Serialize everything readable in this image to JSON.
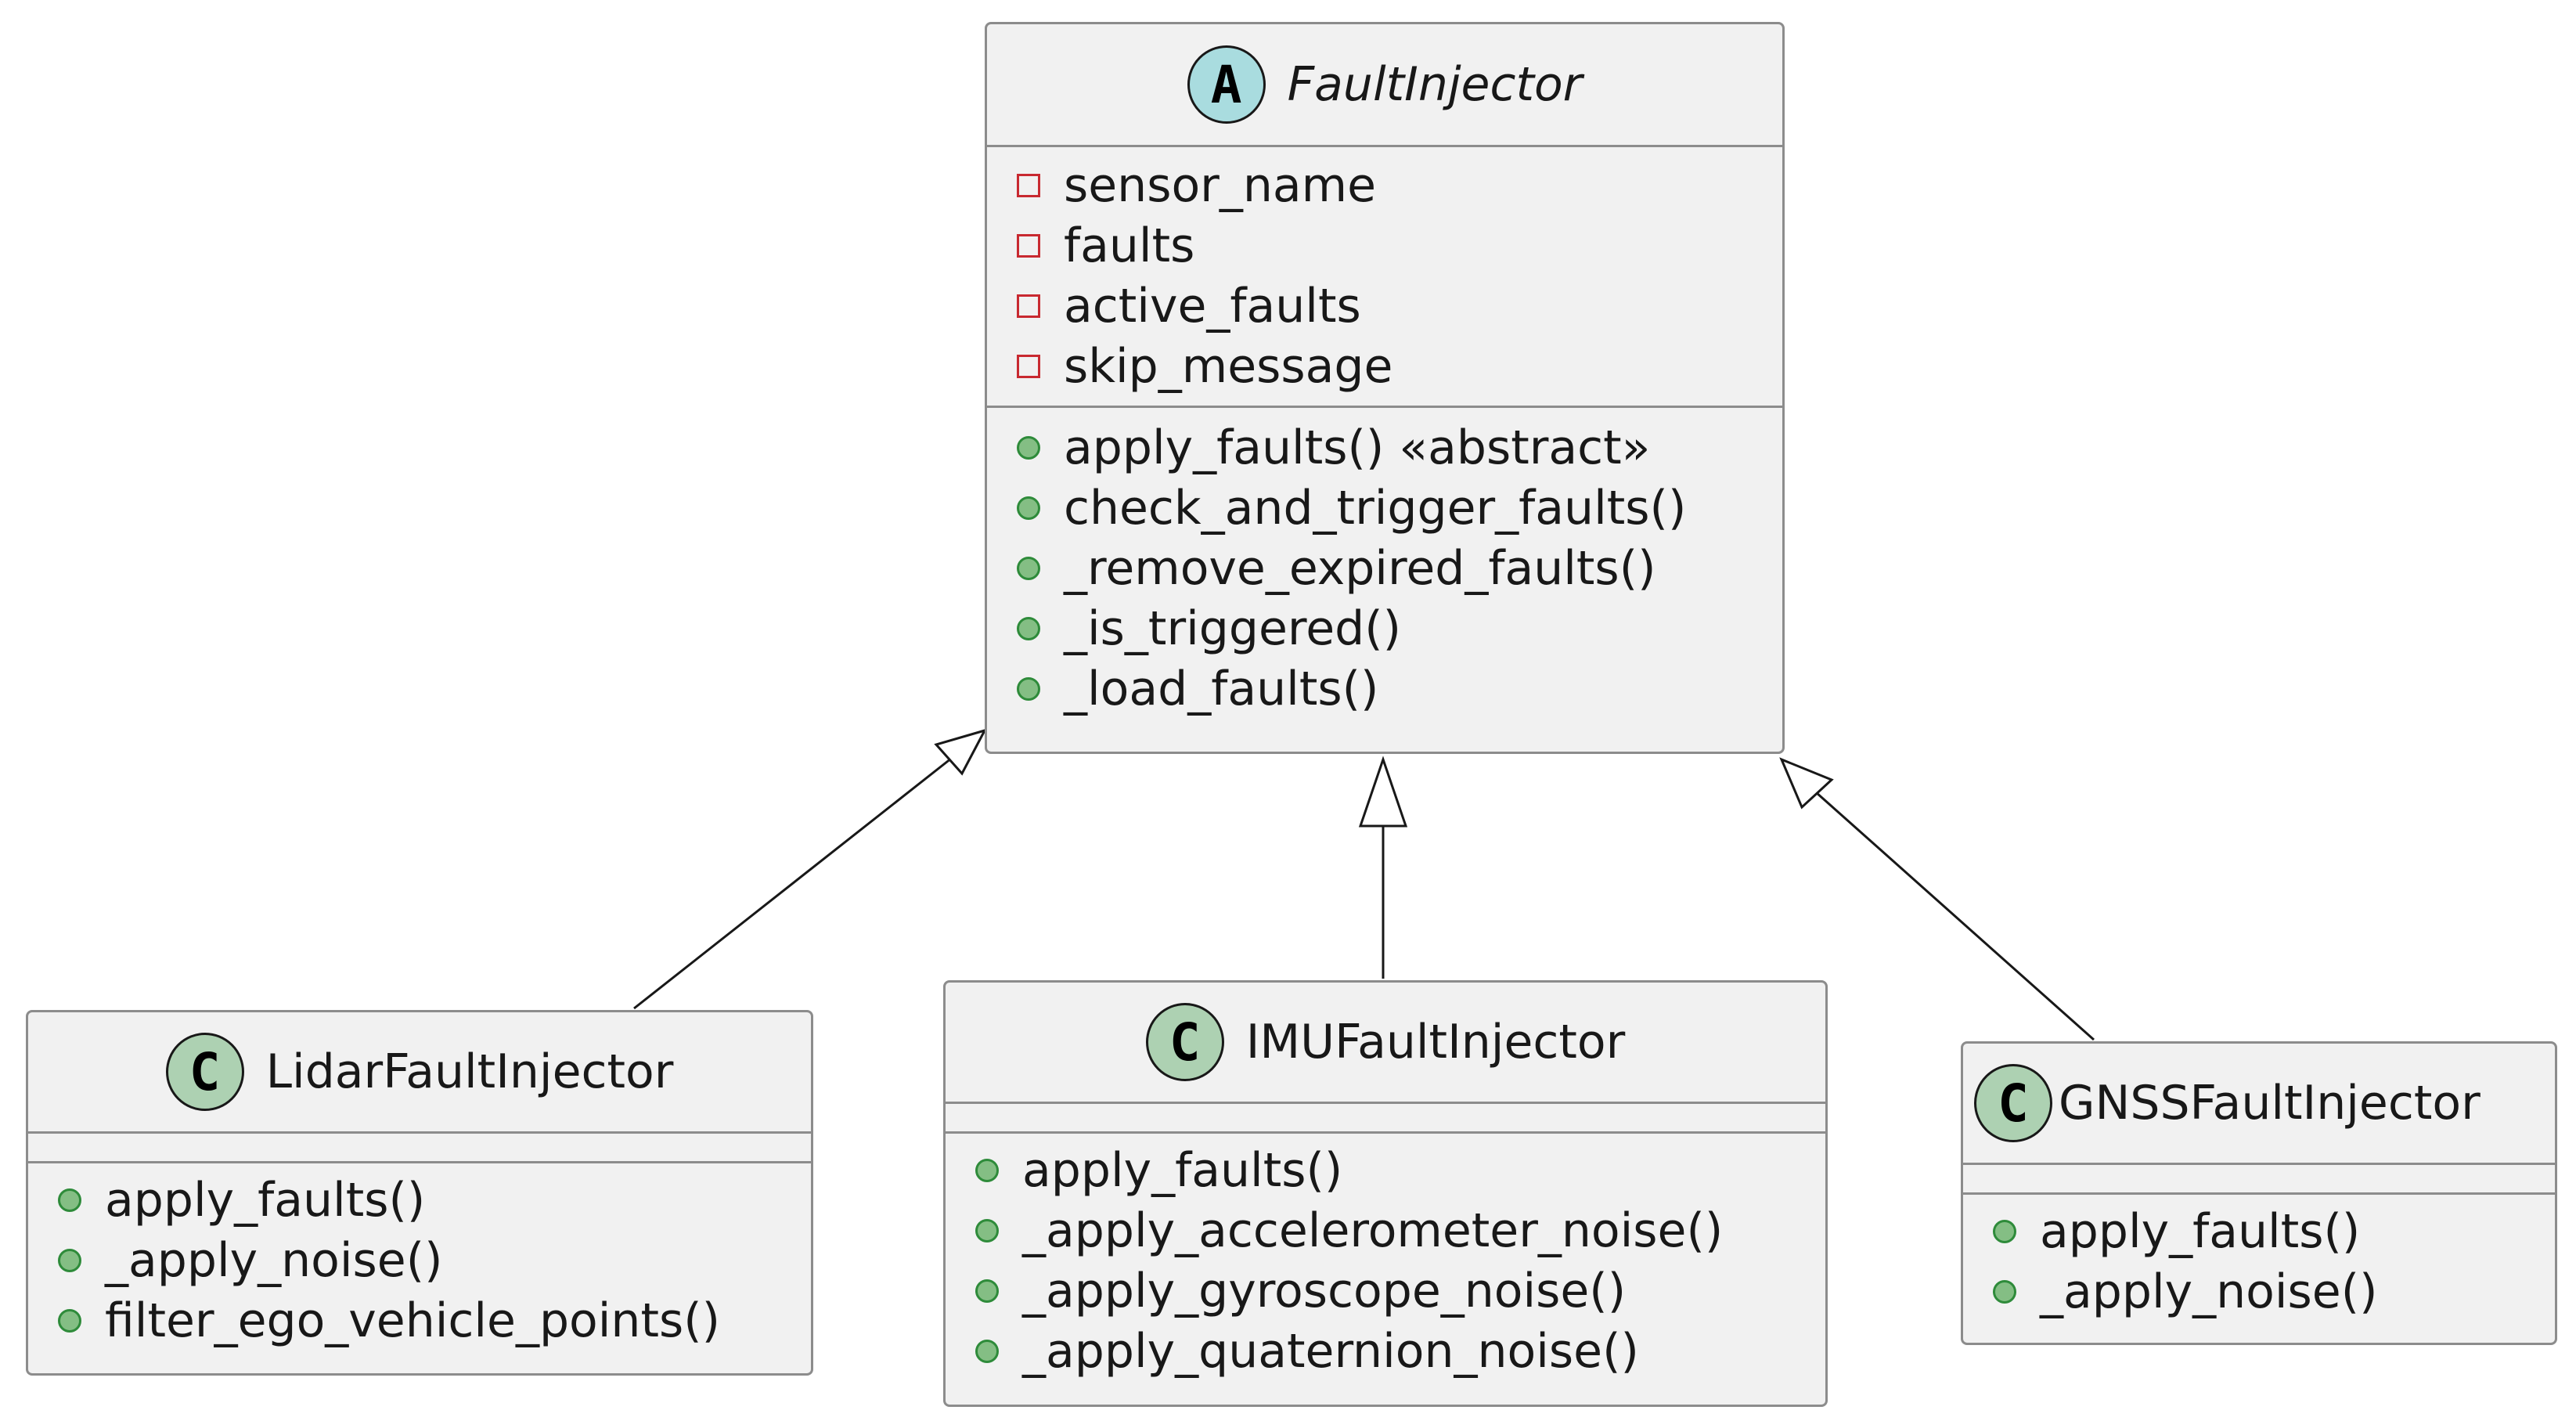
{
  "diagram": {
    "classes": [
      {
        "id": "fault-injector",
        "name": "FaultInjector",
        "stereotype_letter": "A",
        "kind": "abstract",
        "fields": [
          {
            "visibility": "private",
            "text": "sensor_name"
          },
          {
            "visibility": "private",
            "text": "faults"
          },
          {
            "visibility": "private",
            "text": "active_faults"
          },
          {
            "visibility": "private",
            "text": "skip_message"
          }
        ],
        "methods": [
          {
            "visibility": "public",
            "text": "apply_faults() «abstract»"
          },
          {
            "visibility": "public",
            "text": "check_and_trigger_faults()"
          },
          {
            "visibility": "public",
            "text": "_remove_expired_faults()"
          },
          {
            "visibility": "public",
            "text": "_is_triggered()"
          },
          {
            "visibility": "public",
            "text": "_load_faults()"
          }
        ]
      },
      {
        "id": "lidar-fault-injector",
        "name": "LidarFaultInjector",
        "stereotype_letter": "C",
        "kind": "class",
        "fields": [],
        "methods": [
          {
            "visibility": "public",
            "text": "apply_faults()"
          },
          {
            "visibility": "public",
            "text": "_apply_noise()"
          },
          {
            "visibility": "public",
            "text": "filter_ego_vehicle_points()"
          }
        ]
      },
      {
        "id": "imu-fault-injector",
        "name": "IMUFaultInjector",
        "stereotype_letter": "C",
        "kind": "class",
        "fields": [],
        "methods": [
          {
            "visibility": "public",
            "text": "apply_faults()"
          },
          {
            "visibility": "public",
            "text": "_apply_accelerometer_noise()"
          },
          {
            "visibility": "public",
            "text": "_apply_gyroscope_noise()"
          },
          {
            "visibility": "public",
            "text": "_apply_quaternion_noise()"
          }
        ]
      },
      {
        "id": "gnss-fault-injector",
        "name": "GNSSFaultInjector",
        "stereotype_letter": "C",
        "kind": "class",
        "fields": [],
        "methods": [
          {
            "visibility": "public",
            "text": "apply_faults()"
          },
          {
            "visibility": "public",
            "text": "_apply_noise()"
          }
        ]
      }
    ],
    "relations": [
      {
        "type": "inheritance",
        "from": "lidar-fault-injector",
        "to": "fault-injector"
      },
      {
        "type": "inheritance",
        "from": "imu-fault-injector",
        "to": "fault-injector"
      },
      {
        "type": "inheritance",
        "from": "gnss-fault-injector",
        "to": "fault-injector"
      }
    ],
    "colors": {
      "class_fill": "#f1f1f1",
      "border": "#8c8c8c",
      "class_badge": "#add1b2",
      "abstract_badge": "#a9dcdf",
      "public_marker": "#84be84",
      "private_marker": "#c82930"
    }
  }
}
